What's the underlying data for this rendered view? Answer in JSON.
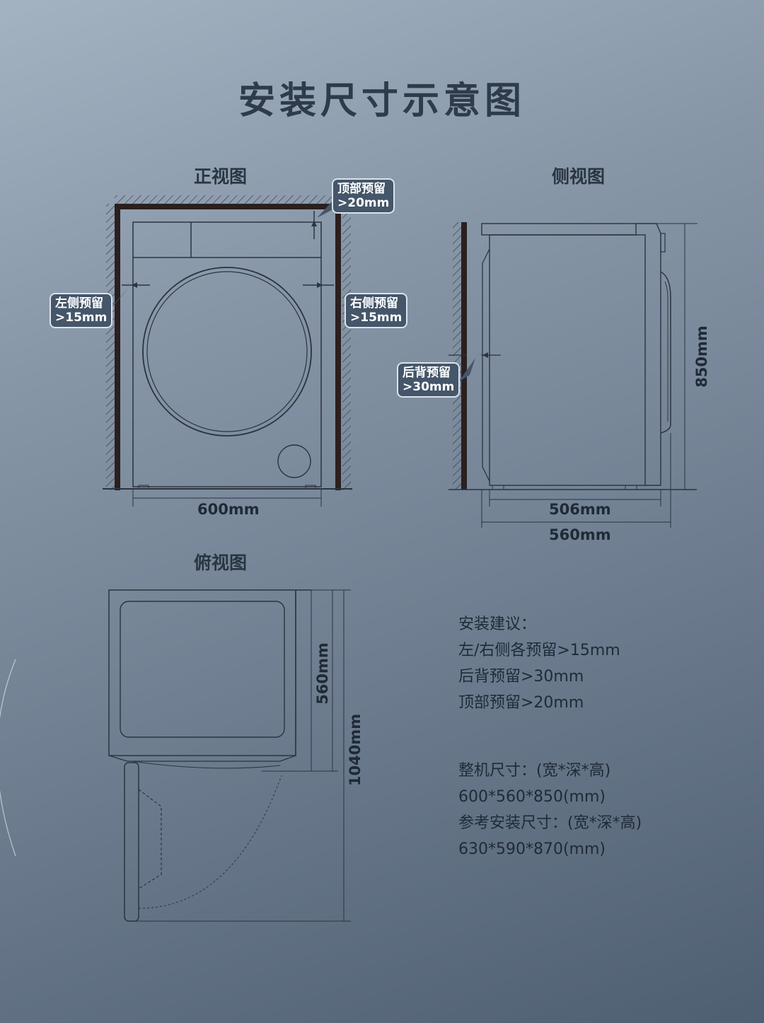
{
  "title": "安装尺寸示意图",
  "views": {
    "front": "正视图",
    "side": "侧视图",
    "top": "俯视图"
  },
  "callouts": {
    "top_gap": {
      "label": "顶部预留",
      "value": ">20mm"
    },
    "left_gap": {
      "label": "左侧预留",
      "value": ">15mm"
    },
    "right_gap": {
      "label": "右侧预留",
      "value": ">15mm"
    },
    "back_gap": {
      "label": "后背预留",
      "value": ">30mm"
    }
  },
  "dimensions": {
    "front_width": "600mm",
    "side_depth_body": "506mm",
    "side_depth_total": "560mm",
    "height": "850mm",
    "top_depth": "560mm",
    "top_depth_door_open": "1040mm"
  },
  "notes": {
    "advice_heading": "安装建议：",
    "advice_lines": [
      "左/右侧各预留>15mm",
      "后背预留>30mm",
      "顶部预留>20mm"
    ],
    "size_heading": "整机尺寸：(宽*深*高)",
    "size_value": "600*560*850(mm)",
    "install_heading": "参考安装尺寸：(宽*深*高)",
    "install_value": "630*590*870(mm)"
  },
  "colors": {
    "wall": "#2b1f1f",
    "line": "#2b3440",
    "callout_bg": "#45566a"
  }
}
